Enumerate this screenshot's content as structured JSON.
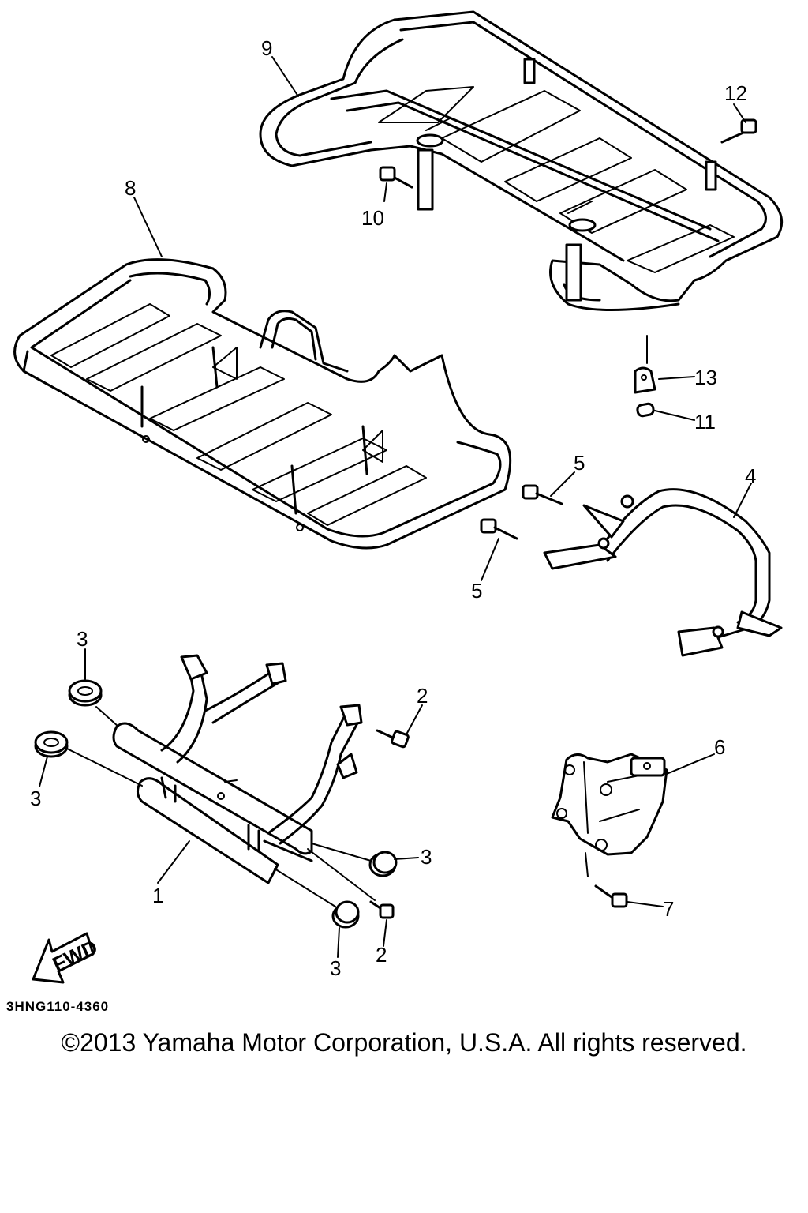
{
  "callouts": {
    "c1": "1",
    "c2a": "2",
    "c2b": "2",
    "c3a": "3",
    "c3b": "3",
    "c3c": "3",
    "c3d": "3",
    "c4": "4",
    "c5a": "5",
    "c5b": "5",
    "c6": "6",
    "c7": "7",
    "c8": "8",
    "c9": "9",
    "c10": "10",
    "c11": "11",
    "c12": "12",
    "c13": "13"
  },
  "fwd_arrow_label": "FWD",
  "drawing_code": "3HNG110-4360",
  "copyright": "©2013 Yamaha Motor Corporation, U.S.A. All rights reserved."
}
